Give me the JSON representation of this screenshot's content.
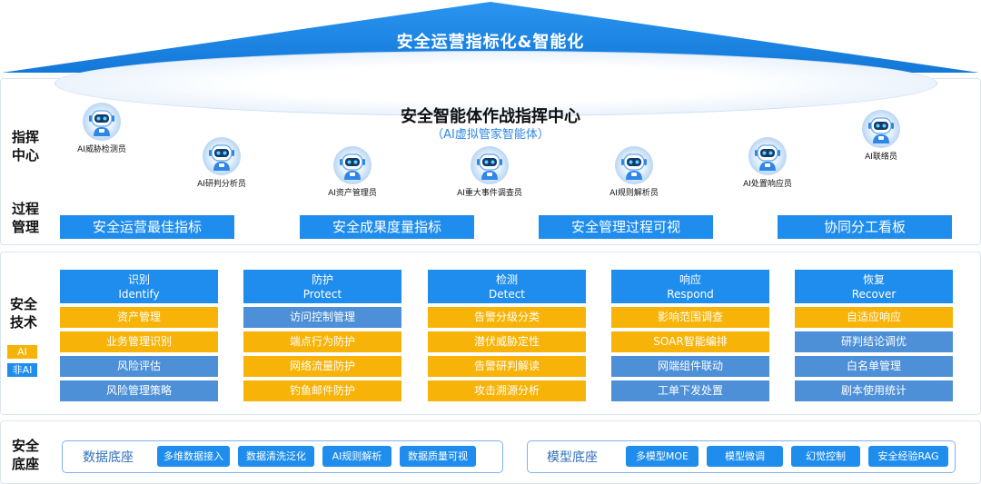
{
  "roof": {
    "title": "安全运营指标化&智能化"
  },
  "command": {
    "side_label": "指挥\n中心",
    "title": "安全智能体作战指挥中心",
    "subtitle": "（AI虚拟管家智能体）",
    "agents": [
      "AI威胁检测员",
      "AI研判分析员",
      "AI资产管理员",
      "AI重大事件调查员",
      "AI规则解析员",
      "AI处置响应员",
      "AI联络员"
    ]
  },
  "process": {
    "side_label": "过程\n管理",
    "bars": [
      "安全运营最佳指标",
      "安全成果度量指标",
      "安全管理过程可视",
      "协同分工看板"
    ]
  },
  "tech": {
    "side_label": "安全\n技术",
    "legend": {
      "ai": "AI",
      "non_ai": "非AI"
    },
    "colors": {
      "ai": "#f7b307",
      "non_ai": "#4d90d8",
      "header": "#1f8ded"
    },
    "columns": [
      {
        "zh": "识别",
        "en": "Identify",
        "items": [
          {
            "text": "资产管理",
            "type": "ai"
          },
          {
            "text": "业务管理识别",
            "type": "ai"
          },
          {
            "text": "风险评估",
            "type": "non"
          },
          {
            "text": "风险管理策略",
            "type": "non"
          }
        ]
      },
      {
        "zh": "防护",
        "en": "Protect",
        "items": [
          {
            "text": "访问控制管理",
            "type": "non"
          },
          {
            "text": "端点行为防护",
            "type": "ai"
          },
          {
            "text": "网络流量防护",
            "type": "ai"
          },
          {
            "text": "钓鱼邮件防护",
            "type": "ai"
          }
        ]
      },
      {
        "zh": "检测",
        "en": "Detect",
        "items": [
          {
            "text": "告警分级分类",
            "type": "ai"
          },
          {
            "text": "潜伏威胁定性",
            "type": "ai"
          },
          {
            "text": "告警研判解读",
            "type": "ai"
          },
          {
            "text": "攻击溯源分析",
            "type": "ai"
          }
        ]
      },
      {
        "zh": "响应",
        "en": "Respond",
        "items": [
          {
            "text": "影响范围调查",
            "type": "ai"
          },
          {
            "text": "SOAR智能编排",
            "type": "ai"
          },
          {
            "text": "网端组件联动",
            "type": "non"
          },
          {
            "text": "工单下发处置",
            "type": "non"
          }
        ]
      },
      {
        "zh": "恢复",
        "en": "Recover",
        "items": [
          {
            "text": "自适应响应",
            "type": "ai"
          },
          {
            "text": "研判结论调优",
            "type": "non"
          },
          {
            "text": "白名单管理",
            "type": "non"
          },
          {
            "text": "剧本使用统计",
            "type": "non"
          }
        ]
      }
    ]
  },
  "base": {
    "side_label": "安全\n底座",
    "data": {
      "label": "数据底座",
      "chips": [
        "多维数据接入",
        "数据清洗泛化",
        "AI规则解析",
        "数据质量可视"
      ]
    },
    "model": {
      "label": "模型底座",
      "chips": [
        "多模型MOE",
        "模型微调",
        "幻觉控制",
        "安全经验RAG"
      ]
    }
  }
}
